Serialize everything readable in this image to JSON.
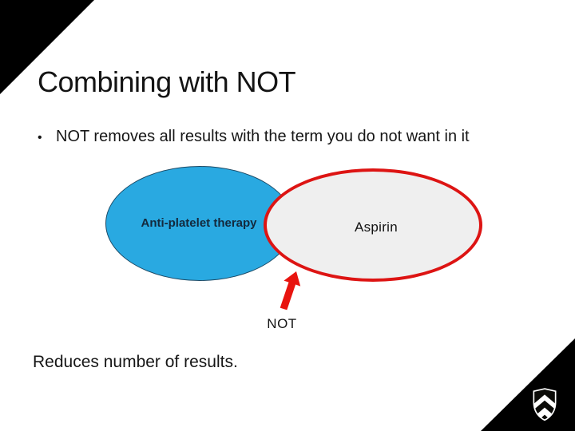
{
  "slide": {
    "title": "Combining with NOT",
    "bullet_glyph": "•",
    "bullet": "NOT removes all results with the term you do not want in it",
    "footer_note": "Reduces number of results."
  },
  "diagram": {
    "left_ellipse": {
      "label": "Anti-platelet therapy",
      "fill": "#29A9E1",
      "border_color": "#1B4A66",
      "label_color": "#13293D"
    },
    "right_ellipse": {
      "label": "Aspirin",
      "fill": "#EFEFEF",
      "border_color": "#DD1413",
      "label_color": "#121212"
    },
    "arrow_label": "NOT",
    "arrow_color": "#E8140F"
  },
  "decor": {
    "corner_color": "#000000",
    "crest_icon": "shield-crest",
    "crest_colors": {
      "field": "#0B0B08",
      "chevron": "#FFFFFF"
    }
  }
}
